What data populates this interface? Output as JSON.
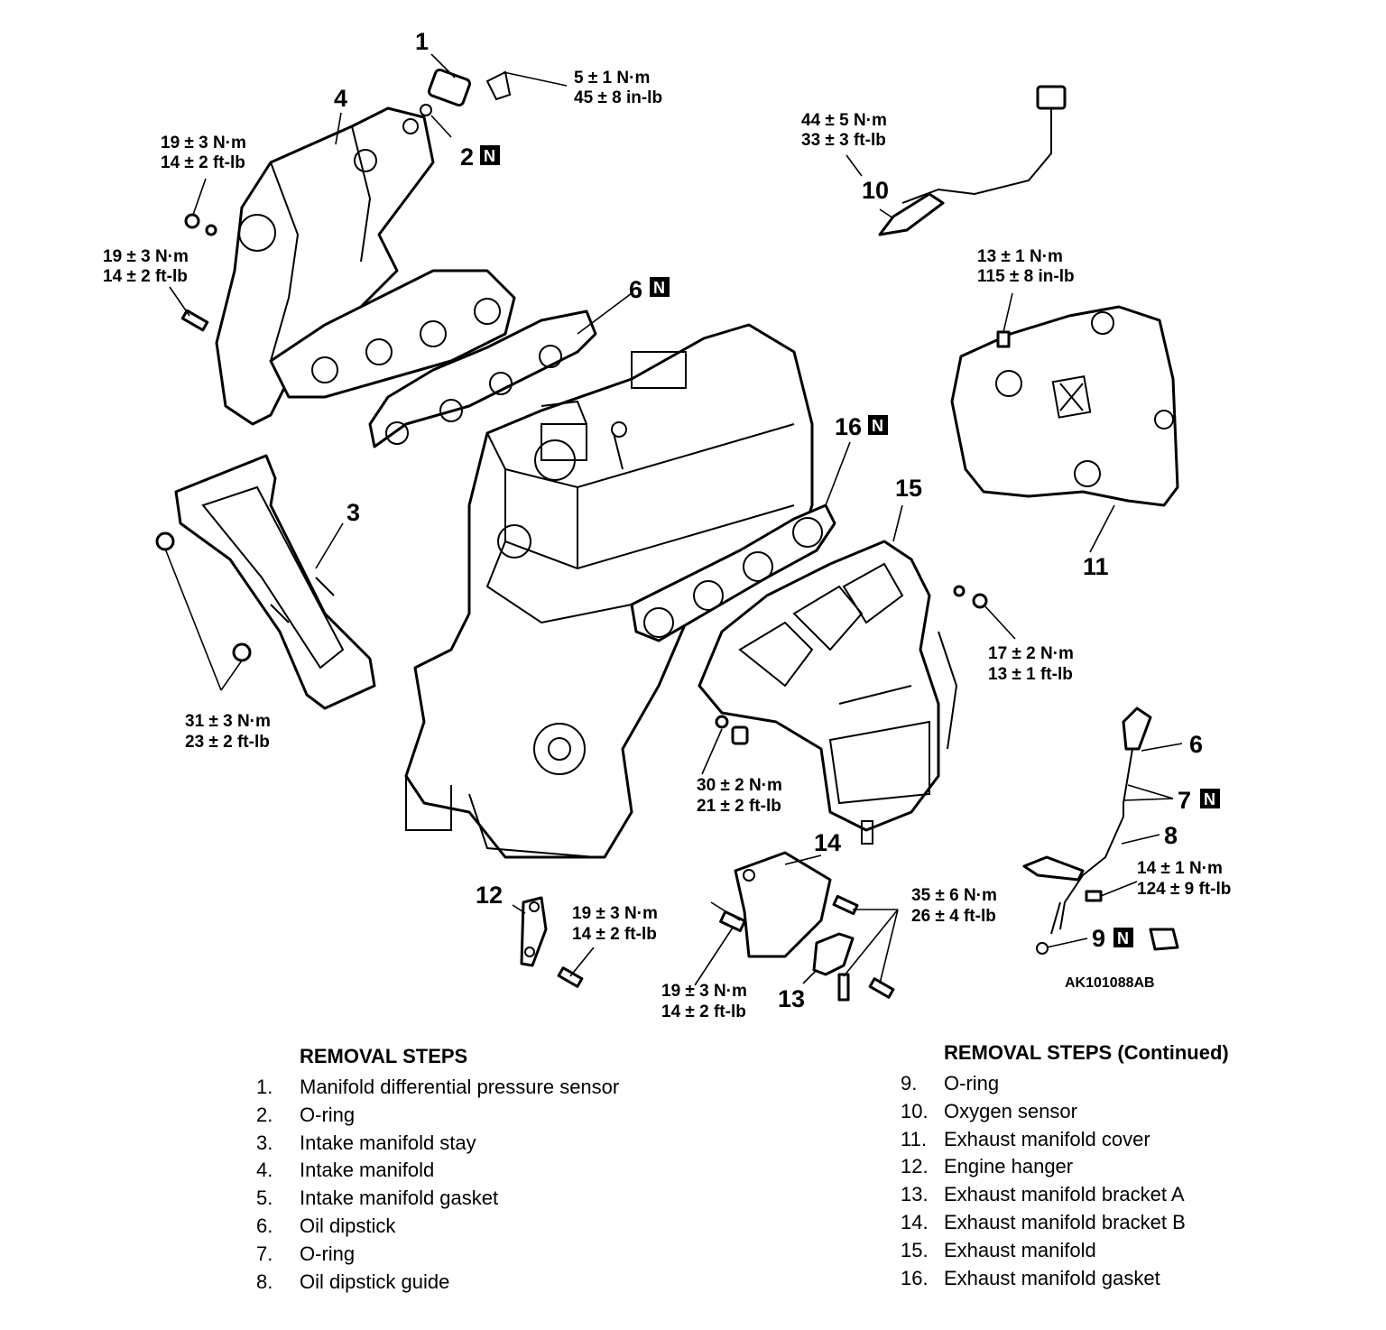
{
  "diagram": {
    "reference_code": "AK101088AB",
    "callouts": [
      {
        "id": "c1",
        "label": "1",
        "new_part": false
      },
      {
        "id": "c2",
        "label": "2",
        "new_part": true
      },
      {
        "id": "c3",
        "label": "3",
        "new_part": false
      },
      {
        "id": "c4",
        "label": "4",
        "new_part": false
      },
      {
        "id": "c6a",
        "label": "6",
        "new_part": true
      },
      {
        "id": "c6b",
        "label": "6",
        "new_part": false
      },
      {
        "id": "c7",
        "label": "7",
        "new_part": true
      },
      {
        "id": "c8",
        "label": "8",
        "new_part": false
      },
      {
        "id": "c9",
        "label": "9",
        "new_part": true
      },
      {
        "id": "c10",
        "label": "10",
        "new_part": false
      },
      {
        "id": "c11",
        "label": "11",
        "new_part": false
      },
      {
        "id": "c12",
        "label": "12",
        "new_part": false
      },
      {
        "id": "c13",
        "label": "13",
        "new_part": false
      },
      {
        "id": "c14",
        "label": "14",
        "new_part": false
      },
      {
        "id": "c15",
        "label": "15",
        "new_part": false
      },
      {
        "id": "c16",
        "label": "16",
        "new_part": true
      }
    ],
    "new_part_mark": "N",
    "torques": [
      {
        "id": "t1",
        "metric": "5 ± 1 N·m",
        "imperial": "45 ± 8 in-lb"
      },
      {
        "id": "t2",
        "metric": "19 ± 3 N·m",
        "imperial": "14 ± 2 ft-lb"
      },
      {
        "id": "t3",
        "metric": "19 ± 3 N·m",
        "imperial": "14 ± 2 ft-lb"
      },
      {
        "id": "t4",
        "metric": "44 ± 5 N·m",
        "imperial": "33 ± 3 ft-lb"
      },
      {
        "id": "t5",
        "metric": "13 ± 1 N·m",
        "imperial": "115 ± 8 in-lb"
      },
      {
        "id": "t6",
        "metric": "31 ± 3 N·m",
        "imperial": "23 ± 2 ft-lb"
      },
      {
        "id": "t7",
        "metric": "17 ± 2 N·m",
        "imperial": "13 ± 1 ft-lb"
      },
      {
        "id": "t8",
        "metric": "30 ± 2 N·m",
        "imperial": "21 ± 2 ft-lb"
      },
      {
        "id": "t9",
        "metric": "14 ± 1 N·m",
        "imperial": "124 ± 9 ft-lb"
      },
      {
        "id": "t10",
        "metric": "35 ± 6 N·m",
        "imperial": "26 ± 4 ft-lb"
      },
      {
        "id": "t11",
        "metric": "19 ± 3 N·m",
        "imperial": "14 ± 2 ft-lb"
      },
      {
        "id": "t12",
        "metric": "19 ± 3 N·m",
        "imperial": "14 ± 2 ft-lb"
      }
    ]
  },
  "removal_steps": {
    "heading": "REMOVAL STEPS",
    "items": [
      {
        "num": "1.",
        "text": "Manifold differential pressure sensor"
      },
      {
        "num": "2.",
        "text": "O-ring"
      },
      {
        "num": "3.",
        "text": "Intake manifold stay"
      },
      {
        "num": "4.",
        "text": "Intake manifold"
      },
      {
        "num": "5.",
        "text": "Intake manifold gasket"
      },
      {
        "num": "6.",
        "text": "Oil dipstick"
      },
      {
        "num": "7.",
        "text": "O-ring"
      },
      {
        "num": "8.",
        "text": "Oil dipstick guide"
      }
    ]
  },
  "removal_steps_continued": {
    "heading": "REMOVAL STEPS (Continued)",
    "items": [
      {
        "num": "9.",
        "text": "O-ring"
      },
      {
        "num": "10.",
        "text": "Oxygen sensor"
      },
      {
        "num": "11.",
        "text": "Exhaust manifold cover"
      },
      {
        "num": "12.",
        "text": "Engine hanger"
      },
      {
        "num": "13.",
        "text": "Exhaust manifold bracket A"
      },
      {
        "num": "14.",
        "text": "Exhaust manifold bracket B"
      },
      {
        "num": "15.",
        "text": "Exhaust manifold"
      },
      {
        "num": "16.",
        "text": "Exhaust manifold gasket"
      }
    ]
  }
}
